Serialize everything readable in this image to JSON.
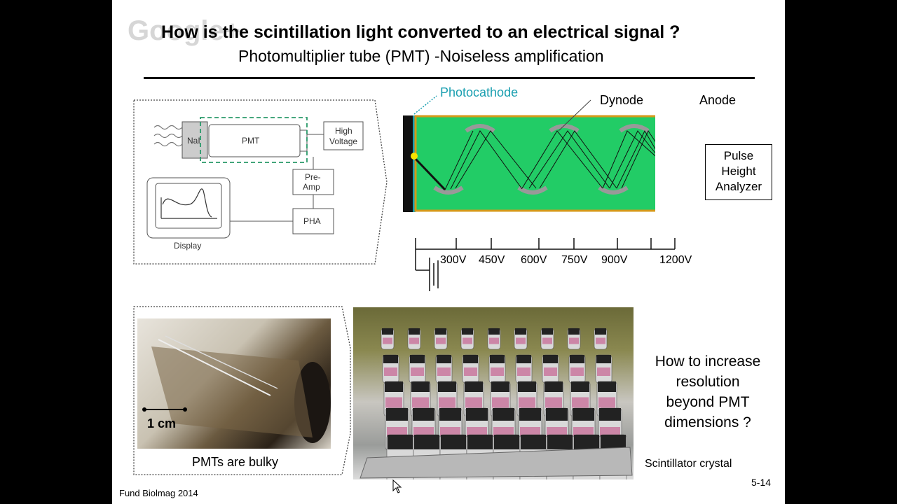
{
  "watermark": "Google+",
  "slide": {
    "title": "How is the scintillation light converted to an electrical signal ?",
    "subtitle": "Photomultiplier tube (PMT) -Noiseless amplification",
    "schematic": {
      "nai": "NaI",
      "pmt": "PMT",
      "high_voltage_1": "High",
      "high_voltage_2": "Voltage",
      "preamp_1": "Pre-",
      "preamp_2": "Amp",
      "pha": "PHA",
      "display": "Display"
    },
    "pmt_diagram": {
      "photocathode": "Photocathode",
      "dynode": "Dynode",
      "anode": "Anode",
      "pha_1": "Pulse",
      "pha_2": "Height",
      "pha_3": "Analyzer",
      "voltages": [
        "300V",
        "450V",
        "600V",
        "750V",
        "900V",
        "1200V"
      ]
    },
    "photo_left": {
      "scale": "1 cm",
      "caption": "PMTs are bulky"
    },
    "photo_right": {
      "callout": "Scintillator crystal"
    },
    "question_lines": [
      "How to increase",
      "resolution",
      "beyond PMT",
      "dimensions ?"
    ],
    "footer_left": "Fund Biolmag  2014",
    "page_number": "5-14"
  }
}
